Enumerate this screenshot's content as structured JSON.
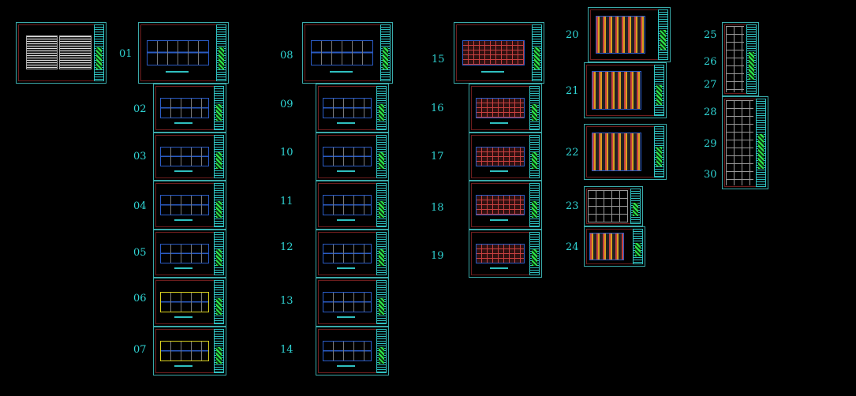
{
  "sheet_labels": [
    "01",
    "02",
    "03",
    "04",
    "05",
    "06",
    "07",
    "08",
    "09",
    "10",
    "11",
    "12",
    "13",
    "14",
    "15",
    "16",
    "17",
    "18",
    "19",
    "20",
    "21",
    "22",
    "23",
    "24",
    "25",
    "26",
    "27",
    "28",
    "29",
    "30"
  ],
  "colors": {
    "background": "#000000",
    "label": "#2fd3d3",
    "frame": "#3aa9a9",
    "inner_border": "#6e1d1d",
    "title_block": "#2fc0c0"
  }
}
